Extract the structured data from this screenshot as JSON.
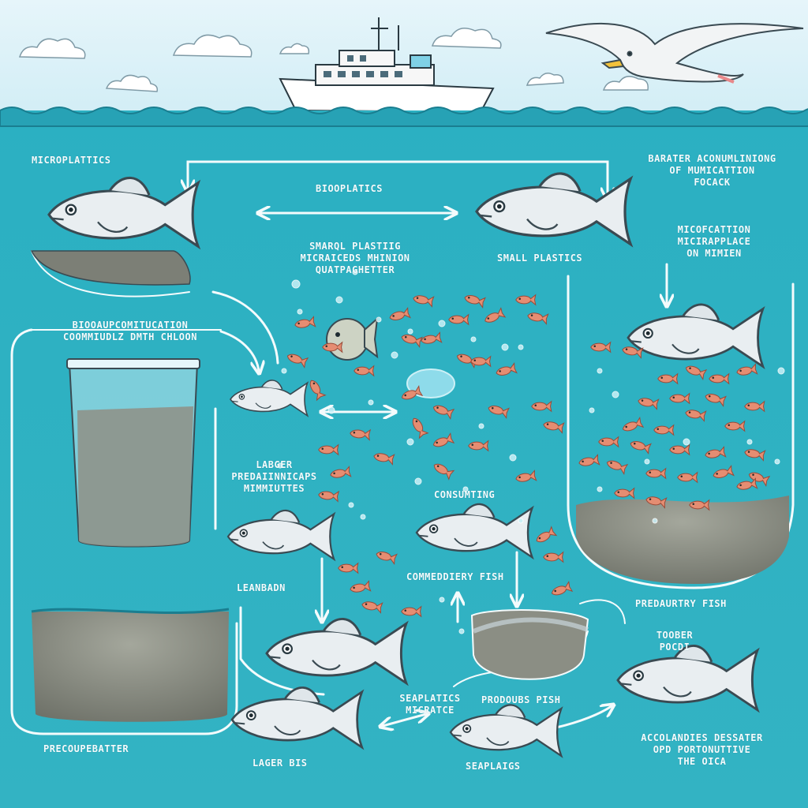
{
  "colors": {
    "sky": "#dff2f8",
    "water": "#2fb0c1",
    "water_deep": "#2aa3b6",
    "line": "#f4fbfc",
    "fish_body": "#e9eef1",
    "small_fish": "#e58d72",
    "sediment": "#8d8f86",
    "ship_hull": "#ffffff",
    "ship_stripe": "#e04a4a"
  },
  "icons": [
    "seagull-icon",
    "ship-icon",
    "fish-icon",
    "small-fish-icon",
    "plastic-cup-icon",
    "sediment-bowl-icon",
    "bubble-icon",
    "arrow-icon"
  ],
  "labels": {
    "microplastics": "MICROPLATTICS",
    "bioplastics": "BIOOPLATICS",
    "top_right": "BARATER ACONUMLINIONG\nOF MUMICATTION\nFOCACK",
    "small_plastic": "SMARQL PLASTIIG\nMICRAICEDS MHINION\nQUATPAGHETTER",
    "small_plastics": "SMALL PLASTICS",
    "mid_right": "MICOFCATTION\nMICIRAPPLACE\nON MIMIEN",
    "bioaccum": "BIOOAUPCOMITUCATION\nCOOMMIUDLZ DMTH CHLOON",
    "larger_pred": "LABGER\nPREDAIINNICAPS\nMIMMIUTTES",
    "consuming": "CONSUMTING",
    "leanbadn": "LEANBADN",
    "commedity": "COMMEDDIERY FISH",
    "predatory": "PREDAURTRY FISH",
    "tooder": "TOOBER\nPOCDI",
    "seaplatics_mig": "SEAPLATICS\nMICRATCE",
    "prodoubs": "PRODOUBS PISH",
    "precoup": "PRECOUPEBATTER",
    "lager": "LAGER BIS",
    "seaplaigs": "SEAPLAIGS",
    "accolanes": "ACCOLANDIES DESSATER\nOPD PORTONUTTIVE\nTHE OICA"
  }
}
